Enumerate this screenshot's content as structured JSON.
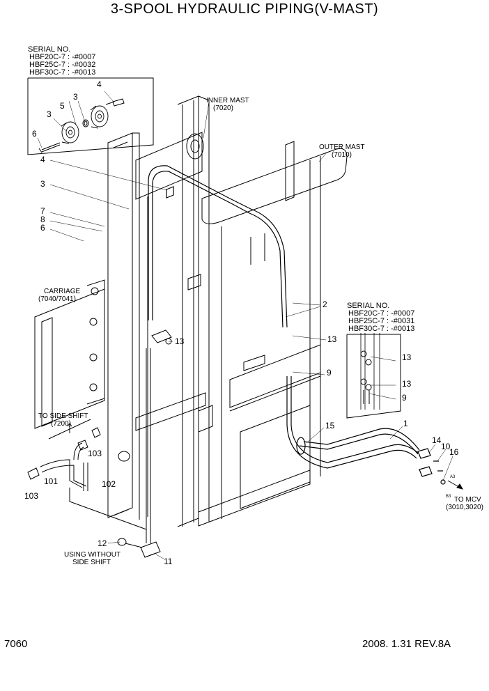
{
  "title": "3-SPOOL HYDRAULIC PIPING(V-MAST)",
  "footer": {
    "page_code": "7060",
    "date_rev": "2008.  1.31  REV.8A"
  },
  "serial_left": {
    "heading": "SERIAL NO.",
    "lines": [
      "HBF20C-7 : -#0007",
      "HBF25C-7 : -#0032",
      "HBF30C-7 : -#0013"
    ]
  },
  "serial_right": {
    "heading": "SERIAL NO.",
    "lines": [
      "HBF20C-7 : -#0007",
      "HBF25C-7 : -#0031",
      "HBF30C-7 : -#0013"
    ]
  },
  "labels": {
    "inner_mast": "INNER MAST",
    "inner_mast_code": "(7020)",
    "outer_mast": "OUTER MAST",
    "outer_mast_code": "(7010)",
    "carriage": "CARRIAGE",
    "carriage_code": "(7040/7041)",
    "side_shift": "TO SIDE SHIFT",
    "side_shift_code": "(7200)",
    "without_ss_1": "USING WITHOUT",
    "without_ss_2": "SIDE SHIFT",
    "to_mcv": "TO MCV",
    "to_mcv_code": "(3010,3020)",
    "port_a3": "A3",
    "port_b3": "B3"
  },
  "callouts": {
    "c4_top": "4",
    "c3_top": "3",
    "c5_top": "5",
    "c3_mid": "3",
    "c6_top": "6",
    "c4_left": "4",
    "c3_left": "3",
    "c7": "7",
    "c8": "8",
    "c6_left": "6",
    "c2": "2",
    "c13_a": "13",
    "c13_b": "13",
    "c13_c": "13",
    "c13_d": "13",
    "c9_a": "9",
    "c9_b": "9",
    "c15": "15",
    "c1": "1",
    "c14": "14",
    "c10": "10",
    "c16": "16",
    "c103_a": "103",
    "c101": "101",
    "c102": "102",
    "c103_b": "103",
    "c12": "12",
    "c11": "11"
  }
}
